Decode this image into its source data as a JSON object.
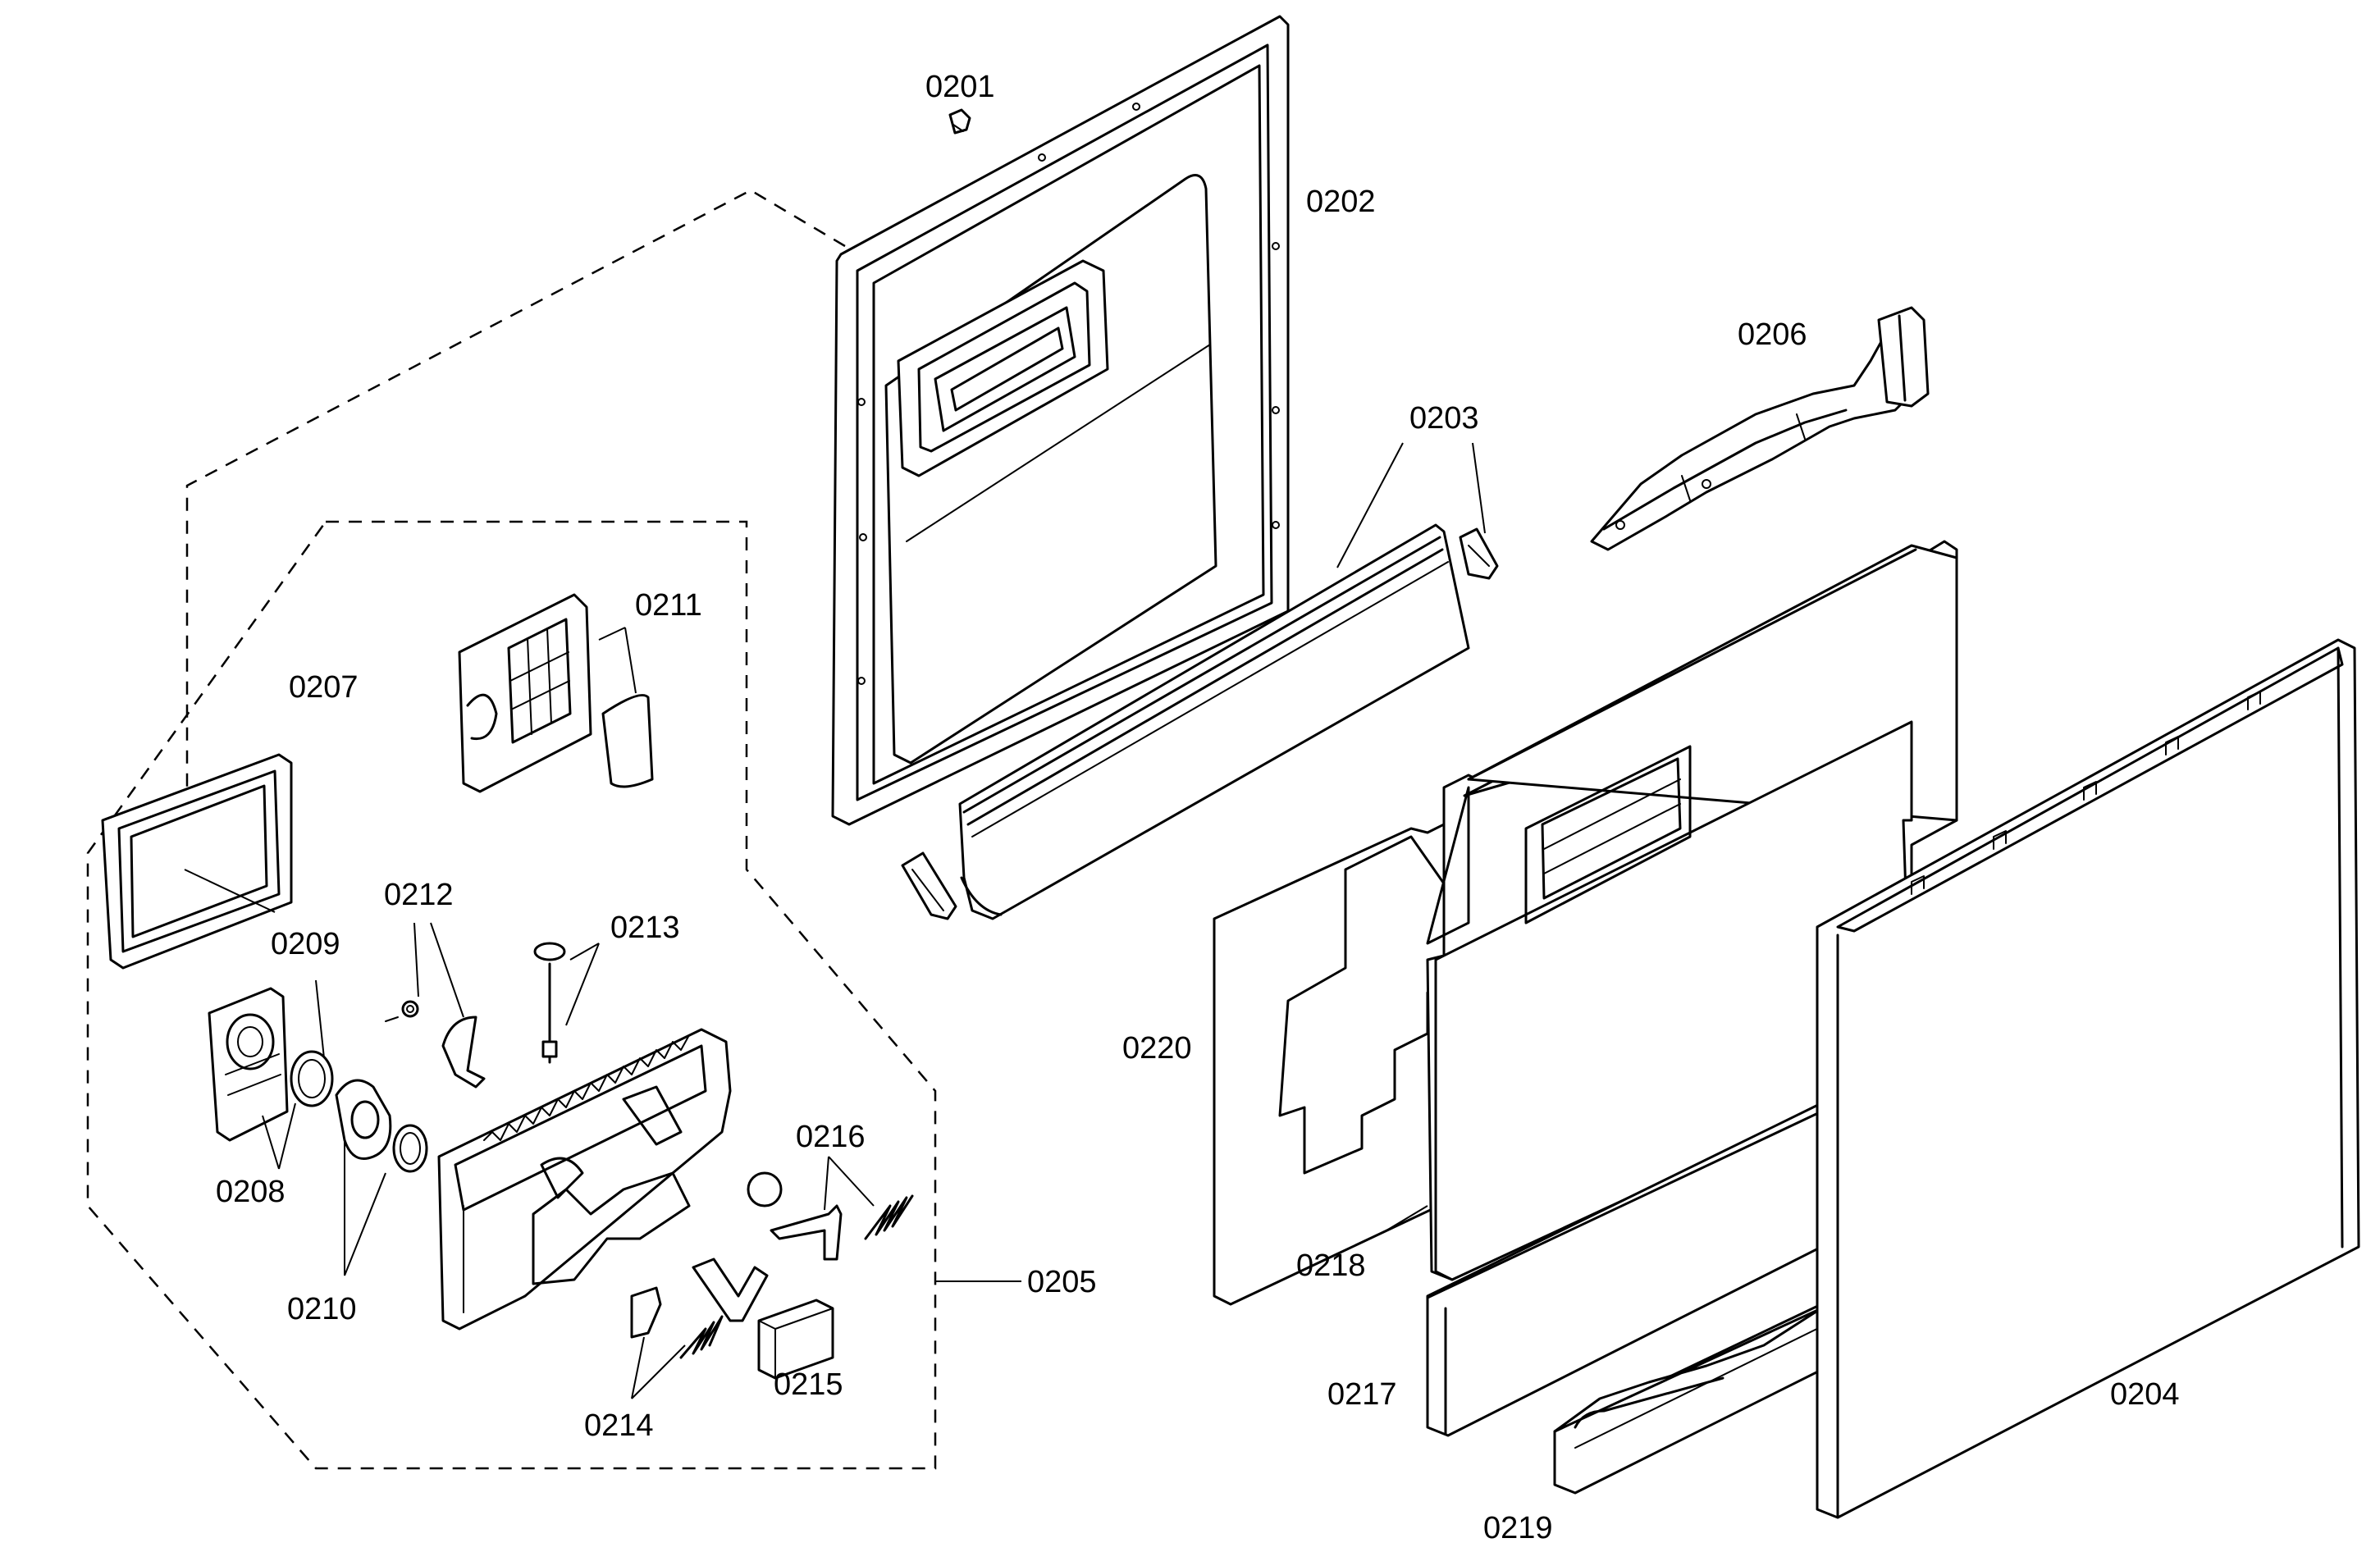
{
  "diagram": {
    "parts": [
      {
        "id": "p0201",
        "label": "0201"
      },
      {
        "id": "p0202",
        "label": "0202"
      },
      {
        "id": "p0203",
        "label": "0203"
      },
      {
        "id": "p0204",
        "label": "0204"
      },
      {
        "id": "p0205",
        "label": "0205"
      },
      {
        "id": "p0206",
        "label": "0206"
      },
      {
        "id": "p0207",
        "label": "0207"
      },
      {
        "id": "p0208",
        "label": "0208"
      },
      {
        "id": "p0209",
        "label": "0209"
      },
      {
        "id": "p0210",
        "label": "0210"
      },
      {
        "id": "p0211",
        "label": "0211"
      },
      {
        "id": "p0212",
        "label": "0212"
      },
      {
        "id": "p0213",
        "label": "0213"
      },
      {
        "id": "p0214",
        "label": "0214"
      },
      {
        "id": "p0215",
        "label": "0215"
      },
      {
        "id": "p0216",
        "label": "0216"
      },
      {
        "id": "p0217",
        "label": "0217"
      },
      {
        "id": "p0218",
        "label": "0218"
      },
      {
        "id": "p0219",
        "label": "0219"
      },
      {
        "id": "p0220",
        "label": "0220"
      }
    ]
  }
}
